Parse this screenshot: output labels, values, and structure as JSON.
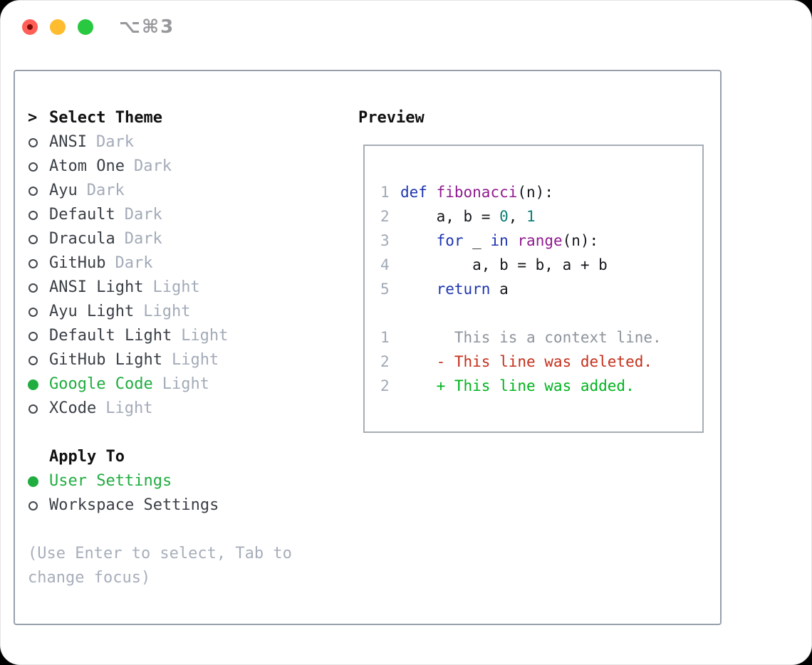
{
  "window": {
    "title": "⌥⌘3"
  },
  "titlebar": {
    "buttons": [
      {
        "name": "close"
      },
      {
        "name": "minimize"
      },
      {
        "name": "zoom"
      }
    ]
  },
  "panel": {
    "theme_list": {
      "header": "Select Theme",
      "items": [
        {
          "name": "ANSI",
          "variant": "Dark",
          "selected": false
        },
        {
          "name": "Atom One",
          "variant": "Dark",
          "selected": false
        },
        {
          "name": "Ayu",
          "variant": "Dark",
          "selected": false
        },
        {
          "name": "Default",
          "variant": "Dark",
          "selected": false
        },
        {
          "name": "Dracula",
          "variant": "Dark",
          "selected": false
        },
        {
          "name": "GitHub",
          "variant": "Dark",
          "selected": false
        },
        {
          "name": "ANSI Light",
          "variant": "Light",
          "selected": false
        },
        {
          "name": "Ayu Light",
          "variant": "Light",
          "selected": false
        },
        {
          "name": "Default Light",
          "variant": "Light",
          "selected": false
        },
        {
          "name": "GitHub Light",
          "variant": "Light",
          "selected": false
        },
        {
          "name": "Google Code",
          "variant": "Light",
          "selected": true
        },
        {
          "name": "XCode",
          "variant": "Light",
          "selected": false
        }
      ]
    },
    "apply_to": {
      "header": "Apply To",
      "items": [
        {
          "name": "User Settings",
          "selected": true
        },
        {
          "name": "Workspace Settings",
          "selected": false
        }
      ]
    },
    "hint": "(Use Enter to select, Tab to change focus)"
  },
  "preview": {
    "header": "Preview",
    "code_lines": [
      {
        "no": "1",
        "tokens": [
          {
            "t": "def",
            "c": "kw"
          },
          {
            "t": " ",
            "c": "pl"
          },
          {
            "t": "fibonacci",
            "c": "ti"
          },
          {
            "t": "(n):",
            "c": "pl"
          }
        ]
      },
      {
        "no": "2",
        "tokens": [
          {
            "t": "    a, b = ",
            "c": "pl"
          },
          {
            "t": "0",
            "c": "nu"
          },
          {
            "t": ", ",
            "c": "pl"
          },
          {
            "t": "1",
            "c": "nu"
          }
        ]
      },
      {
        "no": "3",
        "tokens": [
          {
            "t": "    ",
            "c": "pl"
          },
          {
            "t": "for",
            "c": "kw"
          },
          {
            "t": " _ ",
            "c": "pl"
          },
          {
            "t": "in",
            "c": "kw"
          },
          {
            "t": " ",
            "c": "pl"
          },
          {
            "t": "range",
            "c": "ti"
          },
          {
            "t": "(n):",
            "c": "pl"
          }
        ]
      },
      {
        "no": "4",
        "tokens": [
          {
            "t": "        a, b = b, a + b",
            "c": "pl"
          }
        ]
      },
      {
        "no": "5",
        "tokens": [
          {
            "t": "    ",
            "c": "pl"
          },
          {
            "t": "return",
            "c": "kw"
          },
          {
            "t": " a",
            "c": "pl"
          }
        ]
      }
    ],
    "diff_lines": [
      {
        "no": "1",
        "kind": "context",
        "text": "      This is a context line."
      },
      {
        "no": "2",
        "kind": "deleted",
        "text": "    - This line was deleted."
      },
      {
        "no": "2",
        "kind": "added",
        "text": "    + This line was added."
      }
    ]
  },
  "colors": {
    "accent_green": "#1fad3f",
    "keyword_blue": "#1e35b0",
    "function_purple": "#8f1b8f",
    "number_teal": "#0b7e76",
    "deleted_red": "#c5301c",
    "added_green": "#00b41e",
    "muted_gray": "#a3abb8",
    "traffic_red": "#ff5f57",
    "traffic_yellow": "#febc2e",
    "traffic_green": "#28c840"
  }
}
